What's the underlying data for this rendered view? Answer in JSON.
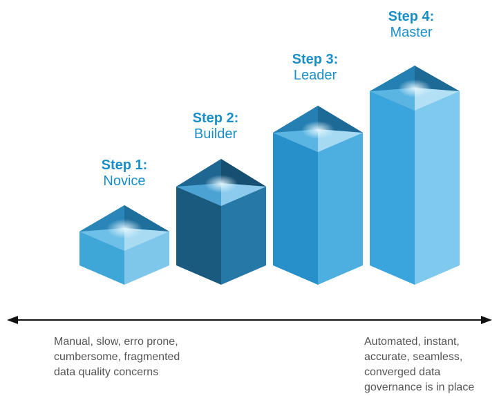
{
  "steps": [
    {
      "step": "Step 1:",
      "name": "Novice"
    },
    {
      "step": "Step 2:",
      "name": "Builder"
    },
    {
      "step": "Step 3:",
      "name": "Leader"
    },
    {
      "step": "Step 4:",
      "name": "Master"
    }
  ],
  "scale": {
    "left_lines": [
      "Manual, slow, erro prone,",
      "cumbersome, fragmented",
      "data quality concerns"
    ],
    "right_lines": [
      "Automated, instant,",
      "accurate, seamless,",
      "converged data",
      "governance is in place"
    ]
  },
  "colors": {
    "label": "#1a8fc7",
    "text": "#555555",
    "arrow": "#111111"
  }
}
